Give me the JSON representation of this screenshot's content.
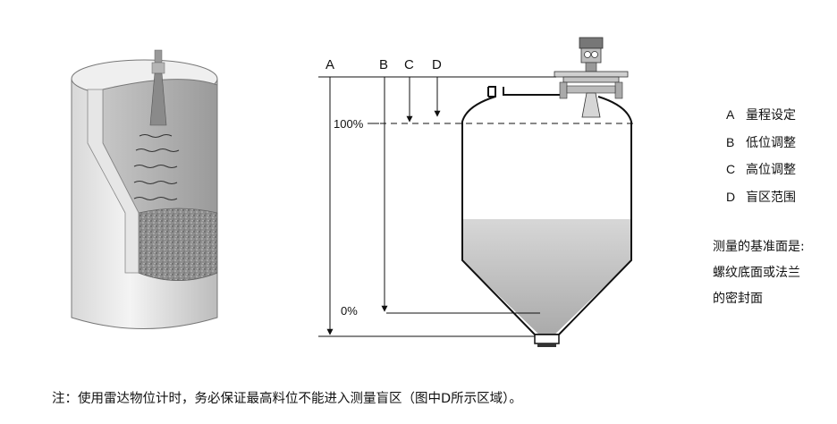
{
  "diagram": {
    "level_markers": [
      "A",
      "B",
      "C",
      "D"
    ],
    "percent_labels": {
      "full": "100%",
      "empty": "0%"
    }
  },
  "legend": [
    {
      "key": "A",
      "text": "量程设定"
    },
    {
      "key": "B",
      "text": "低位调整"
    },
    {
      "key": "C",
      "text": "高位调整"
    },
    {
      "key": "D",
      "text": "盲区范围"
    }
  ],
  "reference_note": [
    "测量的基准面是:",
    "螺纹底面或法兰",
    "的密封面"
  ],
  "footnote": "注：使用雷达物位计时，务必保证最高料位不能进入测量盲区（图中D所示区域）。"
}
